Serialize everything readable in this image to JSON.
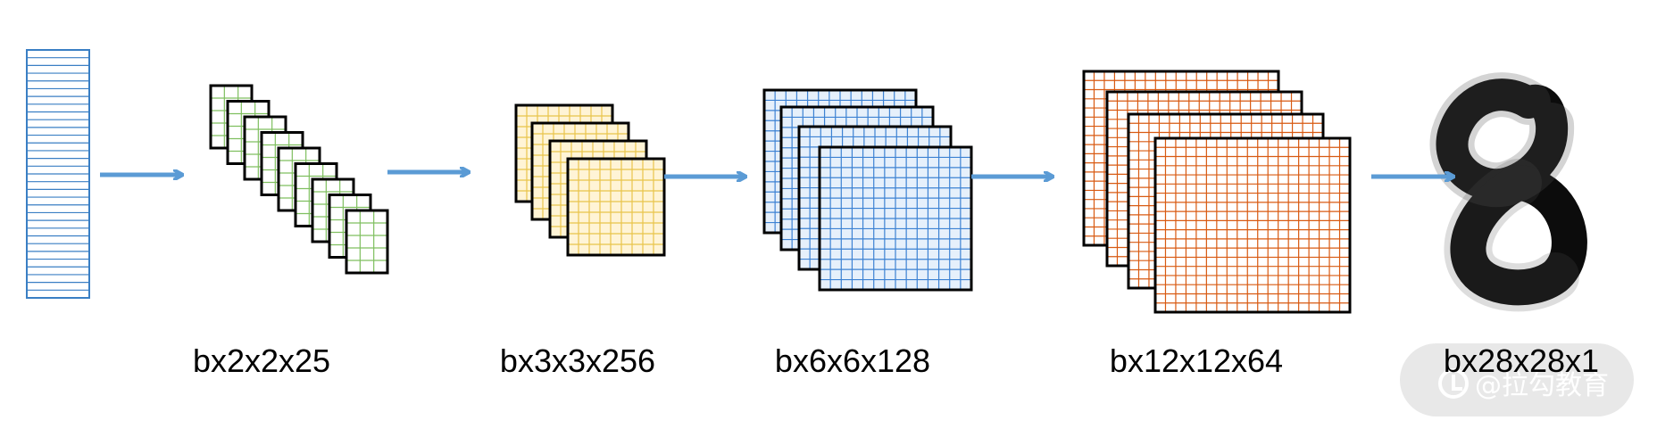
{
  "stages": [
    {
      "id": "input-vector",
      "label": ""
    },
    {
      "id": "stage-1",
      "label": "bx2x2x25",
      "color": "#7fbf5f",
      "fill": "#ffffff"
    },
    {
      "id": "stage-2",
      "label": "bx3x3x256",
      "color": "#e8c44a",
      "fill": "#fff4d6"
    },
    {
      "id": "stage-3",
      "label": "bx6x6x128",
      "color": "#3d82d3",
      "fill": "#e6f0fb"
    },
    {
      "id": "stage-4",
      "label": "bx12x12x64",
      "color": "#d85a12",
      "fill": "#ffffff"
    },
    {
      "id": "output-image",
      "label": "bx28x28x1"
    }
  ],
  "colors": {
    "arrow": "#5b9bd5",
    "vector_stroke": "#3a7fc4",
    "frame": "#000000",
    "watermark_bg": "#e8e8e8"
  },
  "watermark": {
    "text": "@拉勾教育",
    "icon": "lagou-logo-icon"
  }
}
